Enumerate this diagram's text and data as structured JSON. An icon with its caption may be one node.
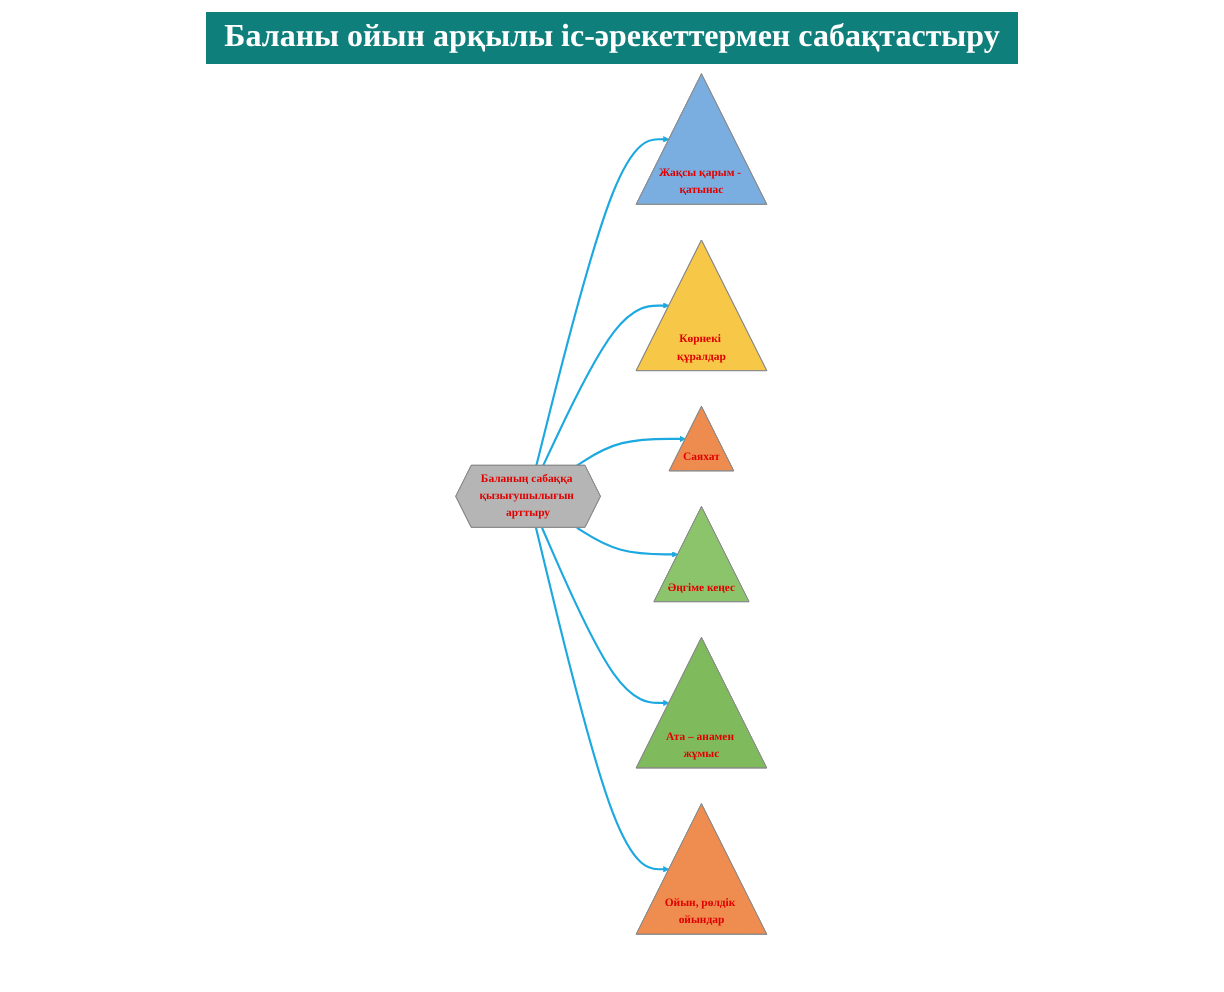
{
  "diagram": {
    "title": "Баланы ойын арқылы іс-әрекеттермен сабақтастыру",
    "nodes": [
      {
        "text": [
          "Баланың сабаққа қызығушылығын арттыру"
        ]
      },
      {
        "text": [
          "Жақсы қарым - қатынас"
        ]
      },
      {
        "text": [
          "Көрнекі құралдар"
        ]
      },
      {
        "text": [
          "Саяхат"
        ]
      },
      {
        "text": [
          "Әңгіме кеңес"
        ]
      },
      {
        "text": [
          "Ата – анамен жұмыс"
        ]
      },
      {
        "text": [
          "Ойын, рөлдік ойындар"
        ]
      }
    ],
    "edges": [
      {
        "from": 0,
        "to": 1,
        "arrow": "to"
      },
      {
        "from": 0,
        "to": 2,
        "arrow": "to"
      },
      {
        "from": 0,
        "to": 3,
        "arrow": "to"
      },
      {
        "from": 0,
        "to": 4,
        "arrow": "to"
      },
      {
        "from": 0,
        "to": 5,
        "arrow": "to"
      },
      {
        "from": 0,
        "to": 6,
        "arrow": "to"
      }
    ]
  }
}
